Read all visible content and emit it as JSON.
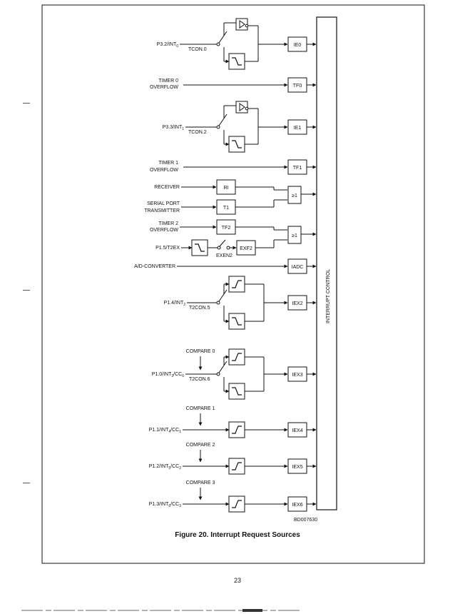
{
  "figure_caption": "Figure 20. Interrupt Request Sources",
  "figure_ref": "BD007630",
  "page_number": "23",
  "vertical_label": "INTERRUPT CONTROL",
  "inputs": {
    "p32": [
      "P3.2/",
      "INT",
      "0"
    ],
    "tcon0": "TCON.0",
    "timer0": [
      "TIMER  0",
      "OVERFLOW"
    ],
    "p33": [
      "P3.3/",
      "INT",
      "1"
    ],
    "tcon2": "TCON.2",
    "timer1": [
      "TIMER  1",
      "OVERFLOW"
    ],
    "receiver": "RECEIVER",
    "serial": [
      "SERIAL  PORT",
      "TRANSMITTER"
    ],
    "timer2": [
      "TIMER  2",
      "OVERFLOW"
    ],
    "p15": "P1.5/T2EX",
    "exen2": "EXEN2",
    "adc": "A/D-CONVERTER",
    "p14": [
      "P1.4/",
      "INT",
      "2"
    ],
    "t2con5": "T2CON.5",
    "compare0": "COMPARE  0",
    "p10": [
      "P1.0/",
      "INT",
      "3",
      "/CC",
      "0"
    ],
    "t2con6": "T2CON.6",
    "compare1": "COMPARE  1",
    "p11": [
      "P1.1/INT",
      "4",
      "/CC",
      "1"
    ],
    "compare2": "COMPARE  2",
    "p12": [
      "P1.2/INT",
      "5",
      "/CC",
      "2"
    ],
    "compare3": "COMPARE  3",
    "p13": [
      "P1.3/INT",
      "6",
      "/CC",
      "3"
    ]
  },
  "blocks": {
    "ie0": "IE0",
    "tf0": "TF0",
    "ie1": "IE1",
    "tf1": "TF1",
    "ri": "RI",
    "ti": "T1",
    "tf2": "TF2",
    "exf2": "EXF2",
    "or1": "≥1",
    "or2": "≥1",
    "iadc": "IADC",
    "iex2": "IEX2",
    "iex3": "IEX3",
    "iex4": "IEX4",
    "iex5": "IEX5",
    "iex6": "IEX6"
  }
}
